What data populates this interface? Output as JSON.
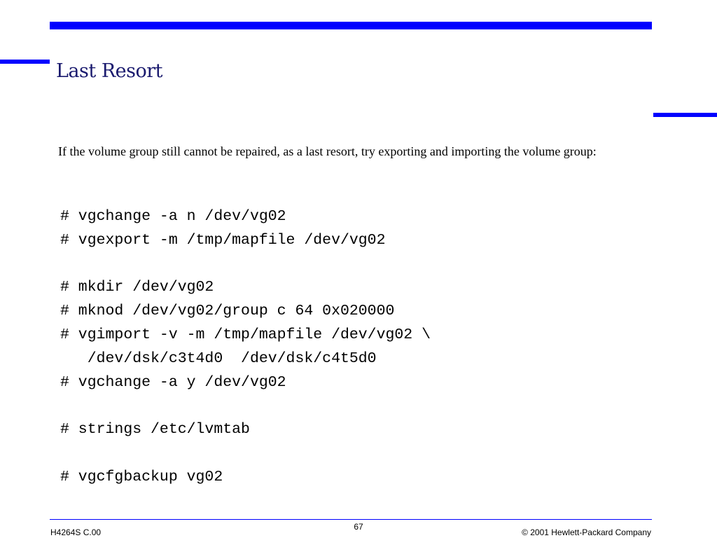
{
  "slide": {
    "title": "Last Resort",
    "intro": "If the volume group still cannot be repaired, as a last resort, try exporting and importing the volume group:",
    "code_lines": [
      "# vgchange -a n /dev/vg02",
      "# vgexport -m /tmp/mapfile /dev/vg02",
      "",
      "# mkdir /dev/vg02",
      "# mknod /dev/vg02/group c 64 0x020000",
      "# vgimport -v -m /tmp/mapfile /dev/vg02 \\",
      "   /dev/dsk/c3t4d0  /dev/dsk/c4t5d0",
      "# vgchange -a y /dev/vg02",
      "",
      "# strings /etc/lvmtab",
      "",
      "# vgcfgbackup vg02"
    ]
  },
  "footer": {
    "course_code": "H4264S C.00",
    "page_number": "67",
    "copyright": "© 2001 Hewlett-Packard Company"
  },
  "colors": {
    "accent_bar": "#0000ff",
    "title_text": "#1a1a6e"
  }
}
